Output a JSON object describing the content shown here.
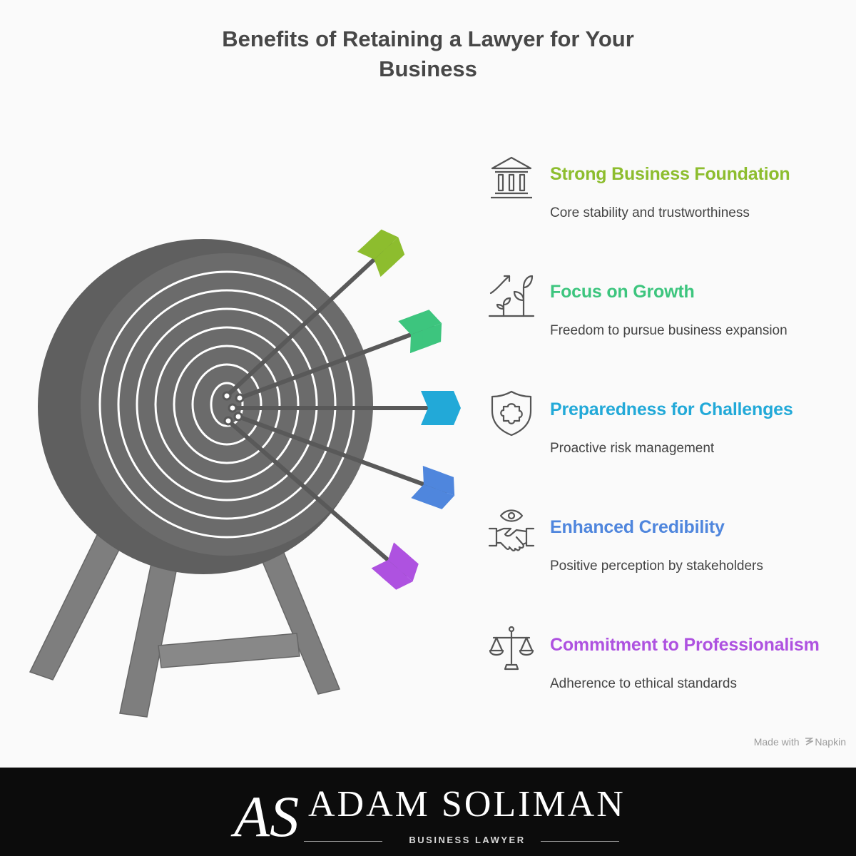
{
  "title": "Benefits of Retaining a Lawyer for Your Business",
  "benefits": [
    {
      "title": "Strong Business Foundation",
      "description": "Core stability and trustworthiness",
      "icon": "bank-building-icon",
      "color": "#8dbd2e"
    },
    {
      "title": "Focus on Growth",
      "description": "Freedom to pursue business expansion",
      "icon": "plant-growth-icon",
      "color": "#3dc57e"
    },
    {
      "title": "Preparedness for Challenges",
      "description": "Proactive risk management",
      "icon": "shield-puzzle-icon",
      "color": "#22a9d8"
    },
    {
      "title": "Enhanced Credibility",
      "description": "Positive perception by stakeholders",
      "icon": "handshake-eye-icon",
      "color": "#4f86dd"
    },
    {
      "title": "Commitment to Professionalism",
      "description": "Adherence to ethical standards",
      "icon": "scales-of-justice-icon",
      "color": "#ae52e0"
    }
  ],
  "credit": {
    "prefix": "Made with",
    "brand": "Napkin"
  },
  "footer": {
    "firm_name": "ADAM SOLIMAN",
    "firm_subtitle": "BUSINESS LAWYER",
    "monogram": "AS"
  },
  "colors": {
    "target": "#6b6b6b",
    "stand": "#7e7e7e",
    "arrow_shaft": "#595959",
    "footer_bg": "#0c0c0c"
  }
}
